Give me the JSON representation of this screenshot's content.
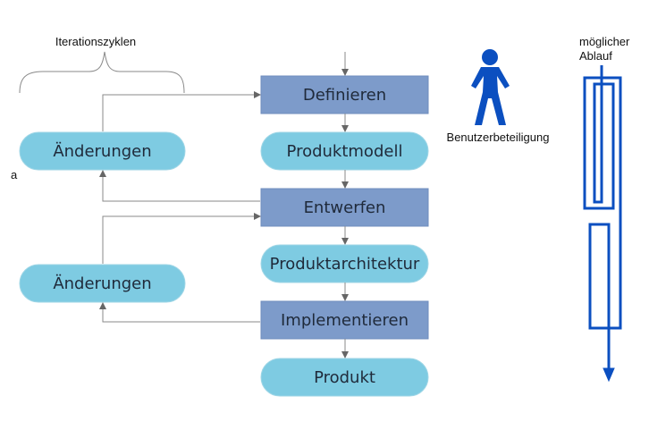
{
  "labels": {
    "iterations": "Iterationszyklen",
    "a": "a",
    "user_participation": "Benutzerbeteiligung",
    "possible_flow_line1": "möglicher",
    "possible_flow_line2": "Ablauf"
  },
  "phases": {
    "define": "Definieren",
    "design": "Entwerfen",
    "implement": "Implementieren"
  },
  "artifacts": {
    "product_model": "Produktmodell",
    "product_architecture": "Produktarchitektur",
    "product": "Produkt"
  },
  "changes": {
    "first": "Änderungen",
    "second": "Änderungen"
  },
  "colors": {
    "phase_fill": "#7d9bca",
    "phase_stroke": "#6f8dbd",
    "artifact_fill": "#7ecbe2",
    "artifact_stroke": "#9fd6e6",
    "connector": "#8a8a8a",
    "person": "#0b4fc0",
    "flow_path": "#0b4fc0"
  },
  "icons": {
    "user": "person-icon"
  }
}
